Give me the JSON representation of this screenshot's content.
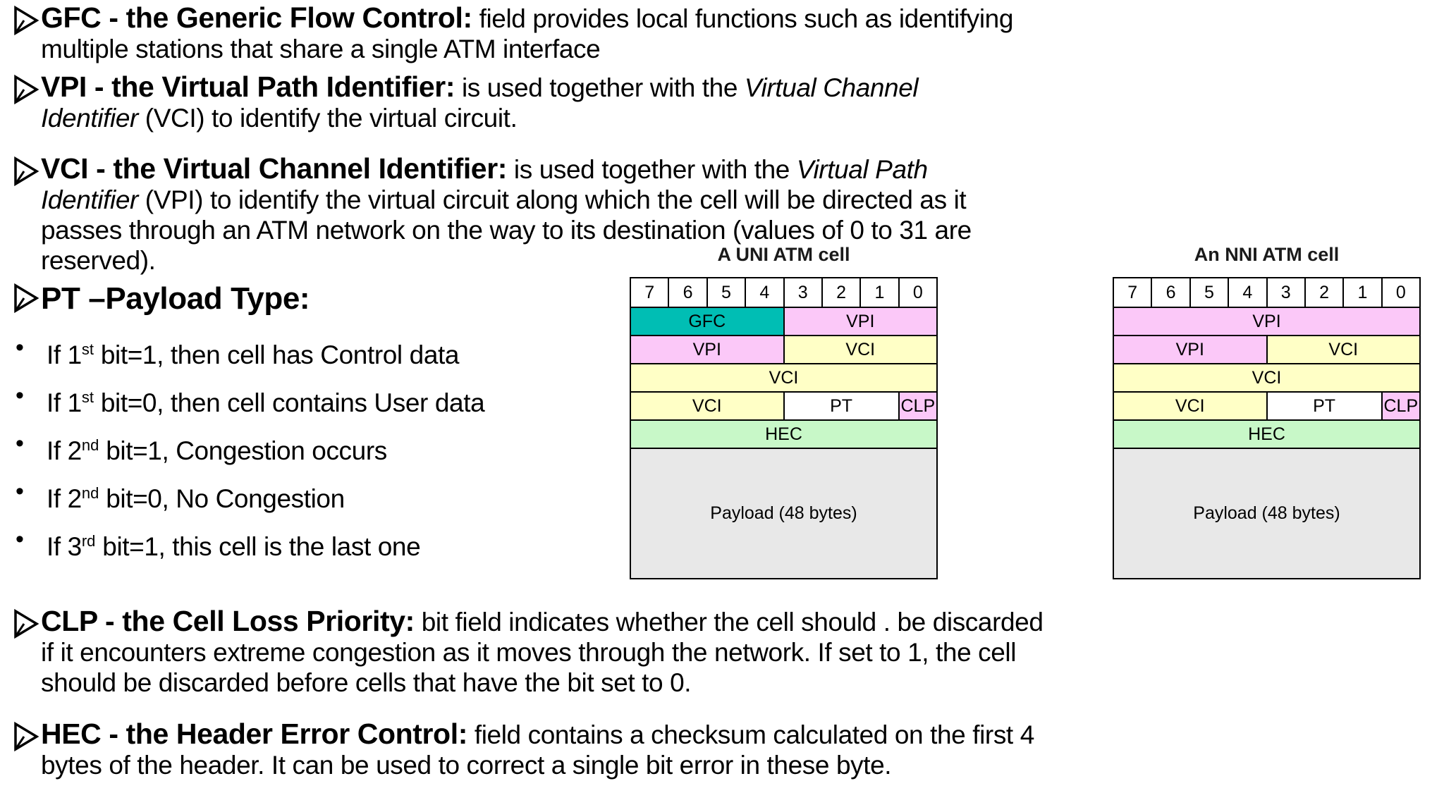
{
  "colors": {
    "teal": "#00BEB4",
    "pink": "#FBC8F8",
    "yellow": "#FFFFC6",
    "green": "#C8F8C8",
    "white": "#FFFFFF",
    "gray": "#E8E8E8",
    "title_text": "#1a1a1a",
    "body_text": "#000000"
  },
  "icons": {
    "list_arrow": "outlined-right-arrowhead",
    "list_dot": "•"
  },
  "paragraphs": {
    "gfc": {
      "arrow": true,
      "lines": [
        [
          {
            "s": "b",
            "t": "GFC - the Generic Flow Control:"
          },
          {
            "s": "n",
            "t": " field provides local functions such as identifying"
          }
        ],
        [
          {
            "s": "n",
            "t": "multiple stations that share a single ATM interface"
          }
        ]
      ]
    },
    "vpi": {
      "arrow": true,
      "lines": [
        [
          {
            "s": "b",
            "t": "VPI - the Virtual Path Identifier:"
          },
          {
            "s": "n",
            "t": " is used together with the "
          },
          {
            "s": "i",
            "t": "Virtual Channel"
          }
        ],
        [
          {
            "s": "i",
            "t": "Identifier"
          },
          {
            "s": "n",
            "t": " (VCI) to identify the virtual circuit."
          }
        ]
      ]
    },
    "vci": {
      "arrow": true,
      "lines": [
        [
          {
            "s": "b",
            "t": "VCI - the Virtual Channel Identifier:"
          },
          {
            "s": "n",
            "t": " is used together with the "
          },
          {
            "s": "i",
            "t": "Virtual Path"
          }
        ],
        [
          {
            "s": "i",
            "t": "Identifier"
          },
          {
            "s": "n",
            "t": " (VPI) to identify the virtual circuit along which the cell will be directed as it"
          }
        ],
        [
          {
            "s": "n",
            "t": "passes through an ATM network on the way to its destination (values of 0 to 31 are"
          }
        ],
        [
          {
            "s": "n",
            "t": "reserved)."
          }
        ]
      ]
    },
    "pt_heading": {
      "arrow": true,
      "lines": [
        [
          {
            "s": "b",
            "t": "PT –Payload Type:"
          }
        ]
      ]
    },
    "clp": {
      "arrow": true,
      "lines": [
        [
          {
            "s": "b",
            "t": "CLP - the Cell Loss Priority:"
          },
          {
            "s": "n",
            "t": " bit field indicates whether the cell should . be discarded"
          }
        ],
        [
          {
            "s": "n",
            "t": "if it encounters extreme congestion as it moves through the network. If set to 1, the cell"
          }
        ],
        [
          {
            "s": "n",
            "t": "should be discarded before cells that have the bit set to 0."
          }
        ]
      ]
    },
    "hec": {
      "arrow": true,
      "lines": [
        [
          {
            "s": "b",
            "t": "HEC - the Header Error Control:"
          },
          {
            "s": "n",
            "t": " field contains a checksum calculated on the first 4"
          }
        ],
        [
          {
            "s": "n",
            "t": "bytes of the header. It can be used to correct a single bit error in these byte."
          }
        ]
      ]
    }
  },
  "pt_bullets": [
    {
      "pre": "If 1",
      "sup": "st",
      "post": " bit=1, then cell has Control data"
    },
    {
      "pre": "If 1",
      "sup": "st",
      "post": " bit=0, then cell contains User data"
    },
    {
      "pre": "If 2",
      "sup": "nd",
      "post": " bit=1, Congestion occurs"
    },
    {
      "pre": "If 2",
      "sup": "nd",
      "post": " bit=0, No Congestion"
    },
    {
      "pre": "If 3",
      "sup": "rd",
      "post": " bit=1, this cell is the last one"
    }
  ],
  "diagrams": [
    {
      "title": "A UNI ATM cell",
      "bit_labels": [
        "7",
        "6",
        "5",
        "4",
        "3",
        "2",
        "1",
        "0"
      ],
      "rows": [
        [
          {
            "t": "GFC",
            "span": 4,
            "c": "teal"
          },
          {
            "t": "VPI",
            "span": 4,
            "c": "pink"
          }
        ],
        [
          {
            "t": "VPI",
            "span": 4,
            "c": "pink"
          },
          {
            "t": "VCI",
            "span": 4,
            "c": "yellow"
          }
        ],
        [
          {
            "t": "VCI",
            "span": 8,
            "c": "yellow"
          }
        ],
        [
          {
            "t": "VCI",
            "span": 4,
            "c": "yellow"
          },
          {
            "t": "PT",
            "span": 3,
            "c": "white"
          },
          {
            "t": "CLP",
            "span": 1,
            "c": "pink"
          }
        ],
        [
          {
            "t": "HEC",
            "span": 8,
            "c": "green"
          }
        ],
        [
          {
            "t": "Payload (48 bytes)",
            "span": 8,
            "c": "gray",
            "tall": true
          }
        ]
      ]
    },
    {
      "title": "An NNI ATM cell",
      "bit_labels": [
        "7",
        "6",
        "5",
        "4",
        "3",
        "2",
        "1",
        "0"
      ],
      "rows": [
        [
          {
            "t": "VPI",
            "span": 8,
            "c": "pink"
          }
        ],
        [
          {
            "t": "VPI",
            "span": 4,
            "c": "pink"
          },
          {
            "t": "VCI",
            "span": 4,
            "c": "yellow"
          }
        ],
        [
          {
            "t": "VCI",
            "span": 8,
            "c": "yellow"
          }
        ],
        [
          {
            "t": "VCI",
            "span": 4,
            "c": "yellow"
          },
          {
            "t": "PT",
            "span": 3,
            "c": "white"
          },
          {
            "t": "CLP",
            "span": 1,
            "c": "pink"
          }
        ],
        [
          {
            "t": "HEC",
            "span": 8,
            "c": "green"
          }
        ],
        [
          {
            "t": "Payload (48 bytes)",
            "span": 8,
            "c": "gray",
            "tall": true
          }
        ]
      ]
    }
  ]
}
